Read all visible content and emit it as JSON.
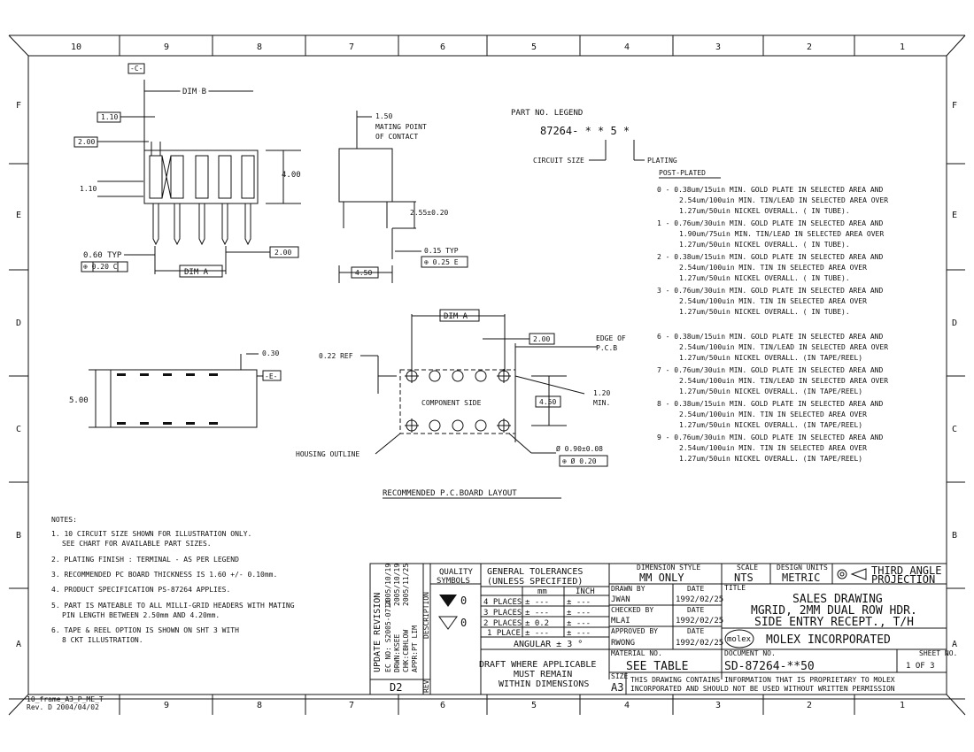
{
  "frame": {
    "top_numbers": [
      "10",
      "9",
      "8",
      "7",
      "6",
      "5",
      "4",
      "3",
      "2",
      "1"
    ],
    "bottom_numbers": [
      "9",
      "8",
      "7",
      "6",
      "5",
      "4",
      "3",
      "2",
      "1"
    ],
    "left_letters": [
      "F",
      "E",
      "D",
      "C",
      "B",
      "A"
    ],
    "right_letters": [
      "F",
      "E",
      "D",
      "C",
      "B",
      "A"
    ],
    "frame_id_1": "10_frame_A3_P_ME_T",
    "frame_id_2": "Rev. D 2004/04/02"
  },
  "side_view": {
    "datum_c": "-C-",
    "dim_b": "DIM B",
    "dim_110": "1.10",
    "dim_200": "2.00",
    "dim_110b": "1.10",
    "typ_060": "0.60 TYP",
    "tol_020c": "⊕ 0.20 C",
    "dim_a": "DIM A",
    "dim_200b": "2.00",
    "dim_400": "4.00"
  },
  "end_view": {
    "dim_150": "1.50",
    "mating_1": "MATING POINT",
    "mating_2": "OF CONTACT",
    "dim_255": "2.55±0.20",
    "typ_015": "0.15 TYP",
    "tol_025e": "⊕ 0.25 E",
    "dim_450": "4.50"
  },
  "bottom_view": {
    "dim_500": "5.00",
    "dim_030": "0.30",
    "datum_e": "-E-"
  },
  "pcb_layout": {
    "dim_a": "DIM A",
    "dim_200": "2.00",
    "ref_022": "0.22 REF",
    "edge_1": "EDGE OF",
    "edge_2": "P.C.B",
    "comp_side": "COMPONENT SIDE",
    "dim_450": "4.50",
    "min_120a": "1.20",
    "min_120b": "MIN.",
    "housing": "HOUSING OUTLINE",
    "hole": "Ø 0.90±0.08",
    "hole_tol": "⊕ Ø 0.20",
    "title": "RECOMMENDED P.C.BOARD LAYOUT"
  },
  "legend": {
    "header": "PART NO. LEGEND",
    "part_no": "87264- * * 5 *",
    "circuit_size": "CIRCUIT SIZE",
    "plating": "PLATING",
    "post_plated": "POST-PLATED",
    "lines": [
      "0 - 0.38um/15uin MIN. GOLD PLATE IN SELECTED AREA AND",
      "2.54um/100uin MIN. TIN/LEAD IN SELECTED AREA OVER",
      "1.27um/50uin NICKEL OVERALL. ( IN TUBE).",
      "1 - 0.76um/30uin MIN. GOLD PLATE IN SELECTED AREA AND",
      "1.90um/75uin MIN. TIN/LEAD IN SELECTED AREA OVER",
      "1.27um/50uin NICKEL OVERALL. ( IN TUBE).",
      "2 - 0.38um/15uin MIN. GOLD PLATE IN SELECTED AREA AND",
      "2.54um/100uin MIN. TIN IN SELECTED AREA OVER",
      "1.27um/50uin NICKEL OVERALL. ( IN TUBE).",
      "3 - 0.76um/30uin MIN. GOLD PLATE IN SELECTED AREA AND",
      "2.54um/100uin MIN. TIN IN SELECTED AREA OVER",
      "1.27um/50uin NICKEL OVERALL. ( IN TUBE).",
      "6 - 0.38um/15uin MIN. GOLD PLATE IN SELECTED AREA AND",
      "2.54um/100uin MIN. TIN/LEAD IN SELECTED AREA OVER",
      "1.27um/50uin NICKEL OVERALL. (IN TAPE/REEL)",
      "7 - 0.76um/30uin MIN. GOLD PLATE IN SELECTED AREA AND",
      "2.54um/100uin MIN. TIN/LEAD IN SELECTED AREA OVER",
      "1.27um/50uin NICKEL OVERALL. (IN TAPE/REEL)",
      "8 - 0.38um/15uin MIN. GOLD PLATE IN SELECTED AREA AND",
      "2.54um/100uin MIN. TIN IN SELECTED AREA OVER",
      "1.27um/50uin NICKEL OVERALL. (IN TAPE/REEL)",
      "9 - 0.76um/30uin MIN. GOLD PLATE IN SELECTED AREA AND",
      "2.54um/100uin MIN. TIN IN SELECTED AREA OVER",
      "1.27um/50uin NICKEL OVERALL. (IN TAPE/REEL)"
    ]
  },
  "notes": {
    "header": "NOTES:",
    "lines": [
      "1. 10 CIRCUIT SIZE SHOWN FOR ILLUSTRATION ONLY.",
      "SEE CHART FOR AVAILABLE PART SIZES.",
      "2. PLATING FINISH : TERMINAL - AS PER LEGEND",
      "3. RECOMMENDED PC BOARD THICKNESS IS 1.60 +/- 0.10mm.",
      "4. PRODUCT SPECIFICATION PS-87264 APPLIES.",
      "5. PART IS MATEABLE TO ALL MILLI-GRID HEADERS WITH MATING",
      "PIN LENGTH BETWEEN 2.50mm AND 4.20mm.",
      "6. TAPE & REEL OPTION IS SHOWN ON SHT 3 WITH",
      "8 CKT ILLUSTRATION."
    ]
  },
  "revision": {
    "label": "UPDATE REVISION",
    "ec_no": "EC NO: S2005-0714",
    "drwn": "DRWN:KSEE",
    "chkd": "CHK:CBHLOW",
    "appr": "APPR:PT LIM",
    "date1": "2005/10/19",
    "date2": "2005/10/19",
    "date3": "2005/11/25",
    "description": "DESCRIPTION",
    "rev_value": "D2",
    "rev_label": "REV"
  },
  "title_block": {
    "quality_1": "QUALITY",
    "quality_2": "SYMBOLS",
    "qsym_1": "0",
    "qsym_2": "0",
    "gen_tol_1": "GENERAL TOLERANCES",
    "gen_tol_2": "(UNLESS SPECIFIED)",
    "col_mm": "mm",
    "col_inch": "INCH",
    "tol_rows": [
      {
        "label": "4 PLACES",
        "mm": "± ---",
        "inch": "± ---"
      },
      {
        "label": "3 PLACES",
        "mm": "± ---",
        "inch": "± ---"
      },
      {
        "label": "2 PLACES",
        "mm": "± 0.2",
        "inch": "± ---"
      },
      {
        "label": "1 PLACE",
        "mm": "± ---",
        "inch": "± ---"
      }
    ],
    "angular": "ANGULAR ± 3 °",
    "draft_1": "DRAFT WHERE APPLICABLE",
    "draft_2": "MUST REMAIN",
    "draft_3": "WITHIN DIMENSIONS",
    "dim_style_label": "DIMENSION STYLE",
    "dim_style": "MM ONLY",
    "scale_label": "SCALE",
    "scale": "NTS",
    "design_units_label": "DESIGN UNITS",
    "design_units": "METRIC",
    "proj_1": "THIRD ANGLE",
    "proj_2": "PROJECTION",
    "drawn_by_label": "DRAWN BY",
    "date_label": "DATE",
    "drawn_by": "JWAN",
    "drawn_date": "1992/02/25",
    "checked_label": "CHECKED BY",
    "checked_by": "MLAI",
    "checked_date": "1992/02/25",
    "approved_label": "APPROVED BY",
    "approved_by": "RWONG",
    "approved_date": "1992/02/25",
    "title_label": "TITLE",
    "title_1": "SALES DRAWING",
    "title_2": "MGRID, 2MM DUAL ROW HDR.",
    "title_3": "SIDE ENTRY RECEPT., T/H",
    "logo": "molex",
    "company": "MOLEX INCORPORATED",
    "material_label": "MATERIAL NO.",
    "material": "SEE TABLE",
    "doc_label": "DOCUMENT NO.",
    "doc_no": "SD-87264-**50",
    "sheet_label": "SHEET NO.",
    "sheet": "1 OF 3",
    "size_label": "SIZE",
    "size": "A3",
    "prop_1": "THIS DRAWING CONTAINS INFORMATION THAT IS PROPRIETARY TO MOLEX",
    "prop_2": "INCORPORATED AND SHOULD NOT BE USED WITHOUT WRITTEN PERMISSION"
  }
}
